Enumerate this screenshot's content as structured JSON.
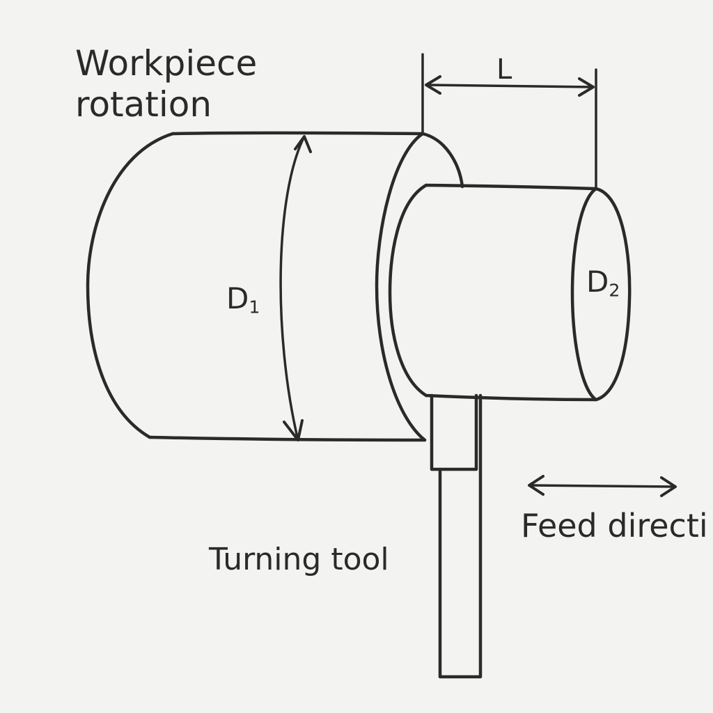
{
  "labels": {
    "workpiece_rotation": "Workpiece\nrotation",
    "length": "L",
    "diameter_1": {
      "main": "D",
      "sub": "1"
    },
    "diameter_2": {
      "main": "D",
      "sub": "2"
    },
    "turning_tool": "Turning tool",
    "feed_direction": "Feed directi"
  },
  "colors": {
    "ink": "#2a2a2a",
    "paper": "#f3f3f1"
  }
}
